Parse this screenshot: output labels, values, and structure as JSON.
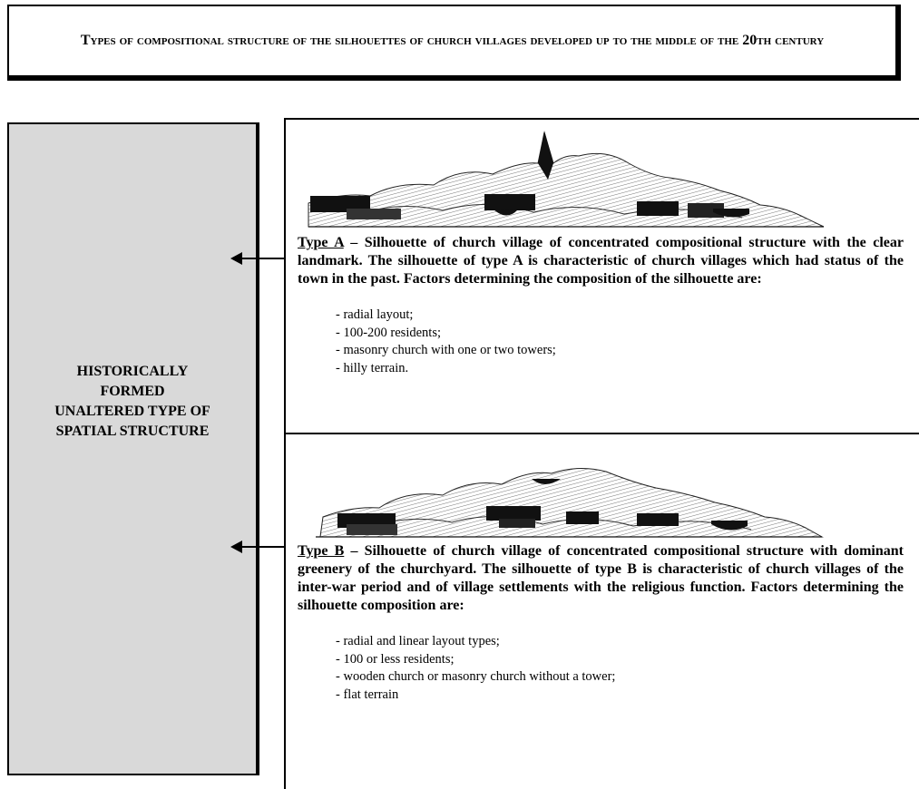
{
  "title": {
    "initial": "T",
    "rest_1": "ypes of compositional structure of the silhouettes of church villages developed up to the middle of the ",
    "num": "20",
    "rest_2": "th century"
  },
  "left_box": {
    "lines": [
      "HISTORICALLY",
      "FORMED",
      "UNALTERED TYPE OF",
      "SPATIAL STRUCTURE"
    ]
  },
  "type_a": {
    "label": "Type A",
    "description": " – Silhouette of church village of concentrated compositional structure with the clear landmark. The silhouette of type A is characteristic of church villages which had status of the town in the past. Factors determining the composition of the silhouette are:",
    "factors": [
      "radial layout;",
      "100-200 residents;",
      "masonry church with one or two towers;",
      "hilly terrain."
    ]
  },
  "type_b": {
    "label": "Type B",
    "description": " – Silhouette of church village of concentrated compositional structure with dominant greenery of the churchyard. The silhouette of type B is characteristic of church villages of the inter-war period and of village settlements with the religious function. Factors determining the silhouette composition are:",
    "factors": [
      "radial and linear layout types;",
      "100 or less residents;",
      "wooden church or masonry church without a tower;",
      "flat terrain"
    ]
  },
  "colors": {
    "left_box_fill": "#d9d9d9",
    "lines": "#000000"
  },
  "icons": {
    "arrow": "arrow-left-icon",
    "silhouette_a": "village-silhouette-with-spire-icon",
    "silhouette_b": "village-silhouette-without-spire-icon"
  }
}
